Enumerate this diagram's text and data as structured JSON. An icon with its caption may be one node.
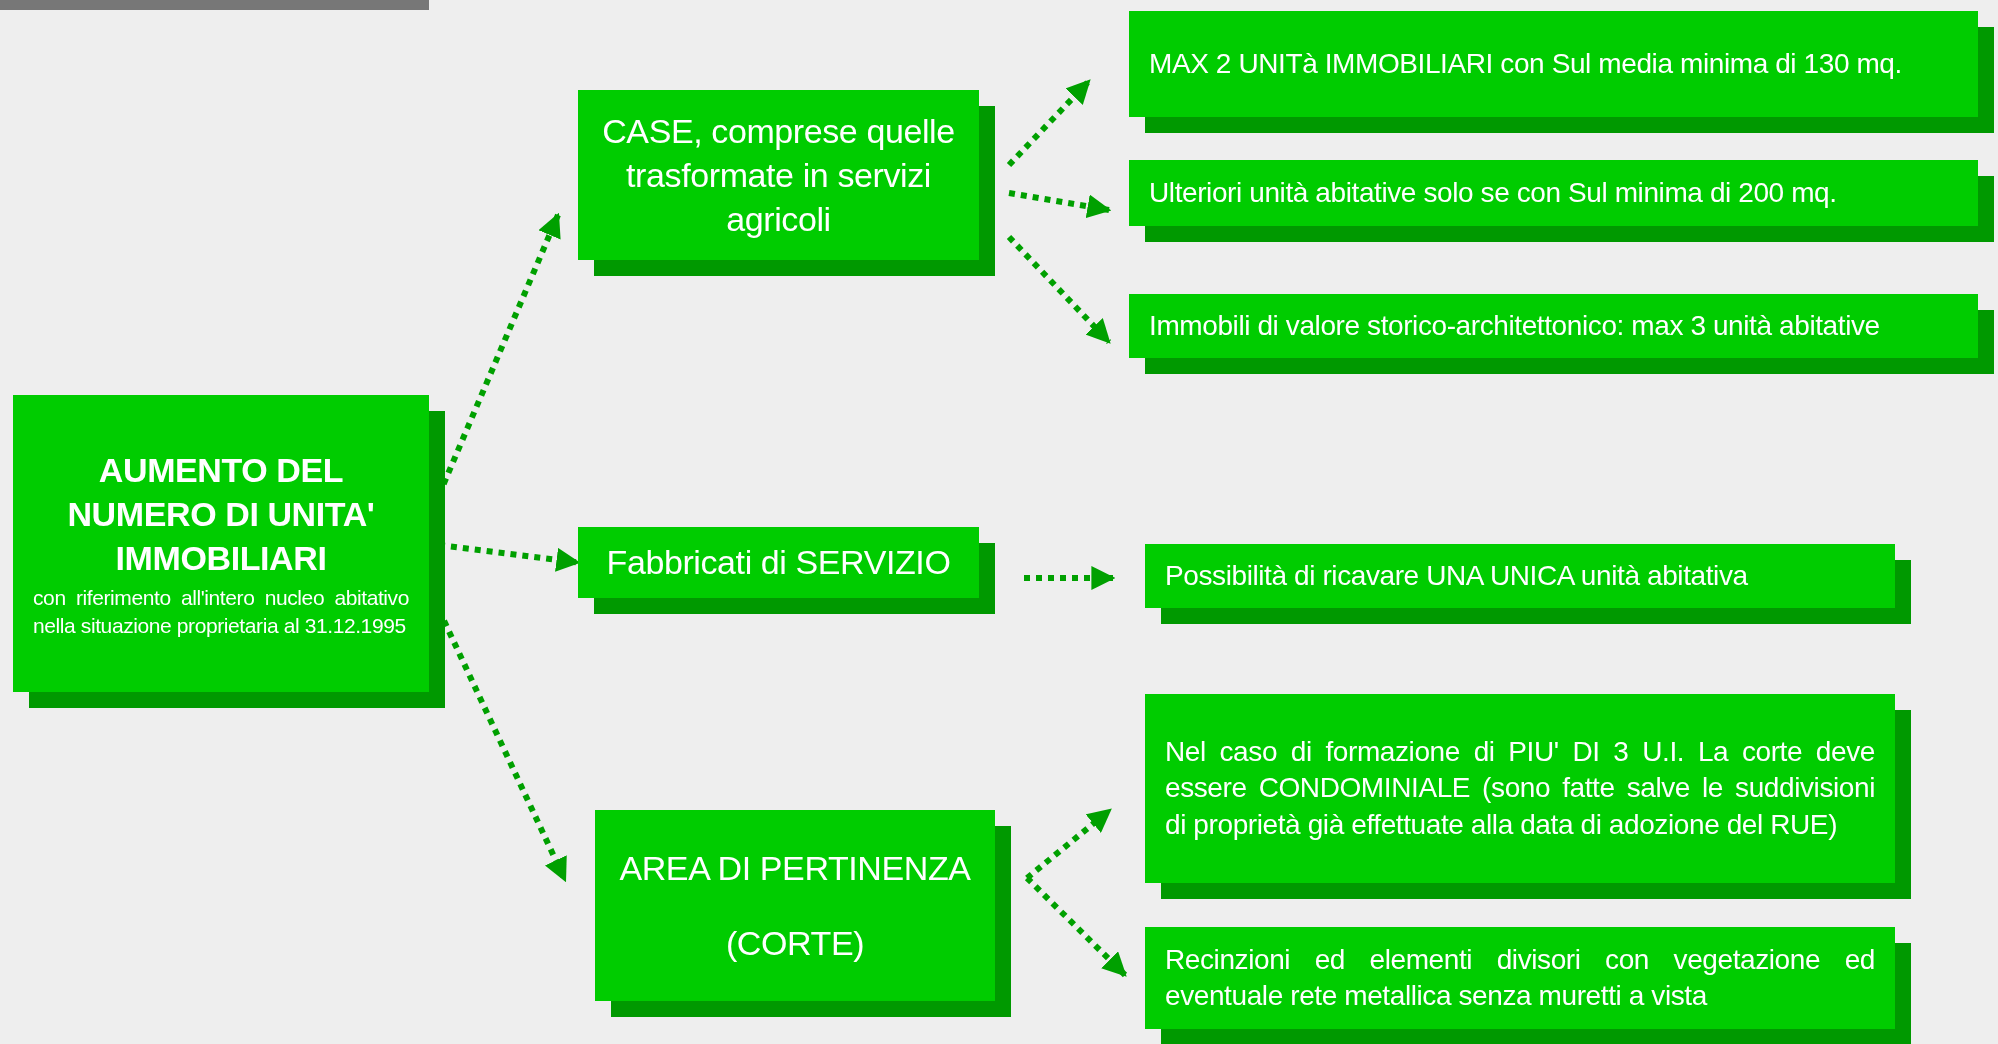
{
  "diagram": {
    "nodes": [
      {
        "text": [
          "AUMENTO DEL NUMERO DI UNITA' IMMOBILIARI",
          "con riferimento all'intero nucleo abitativo nella situazione proprietaria al 31.12.1995"
        ]
      },
      {
        "text": [
          "CASE, comprese quelle trasformate in servizi agricoli"
        ]
      },
      {
        "text": [
          "Fabbricati di SERVIZIO"
        ]
      },
      {
        "text": [
          "AREA DI PERTINENZA",
          "(CORTE)"
        ]
      },
      {
        "text": [
          "MAX 2 UNITà IMMOBILIARI  con Sul media minima di 130 mq."
        ]
      },
      {
        "text": [
          "Ulteriori unità abitative solo se con Sul minima di 200 mq."
        ]
      },
      {
        "text": [
          "Immobili di valore storico-architettonico: max 3 unità abitative"
        ]
      },
      {
        "text": [
          "Possibilità di ricavare UNA UNICA unità abitativa"
        ]
      },
      {
        "text": [
          "Nel caso di formazione di PIU' DI 3 U.I. La corte deve essere CONDOMINIALE (sono fatte salve le suddivisioni  di proprietà  già effettuate alla data di adozione del RUE)"
        ]
      },
      {
        "text": [
          "Recinzioni ed elementi divisori con vegetazione ed eventuale rete metallica senza muretti a vista"
        ]
      }
    ],
    "edges": [
      {
        "from": 0,
        "to": 1,
        "arrow": "to",
        "style": "dashed"
      },
      {
        "from": 0,
        "to": 2,
        "arrow": "to",
        "style": "dashed"
      },
      {
        "from": 0,
        "to": 3,
        "arrow": "to",
        "style": "dashed"
      },
      {
        "from": 1,
        "to": 4,
        "arrow": "to",
        "style": "dashed"
      },
      {
        "from": 1,
        "to": 5,
        "arrow": "to",
        "style": "dashed"
      },
      {
        "from": 1,
        "to": 6,
        "arrow": "to",
        "style": "dashed"
      },
      {
        "from": 2,
        "to": 7,
        "arrow": "to",
        "style": "dashed"
      },
      {
        "from": 3,
        "to": 8,
        "arrow": "to",
        "style": "dashed"
      },
      {
        "from": 3,
        "to": 9,
        "arrow": "to",
        "style": "dashed"
      }
    ]
  }
}
